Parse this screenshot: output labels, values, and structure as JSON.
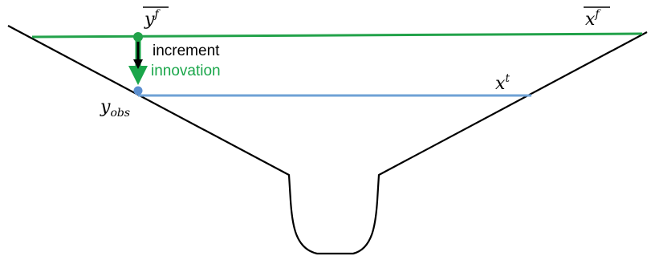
{
  "labels": {
    "y_forecast_mean": {
      "base": "y",
      "sup": "f"
    },
    "x_forecast_mean": {
      "base": "x",
      "sup": "f"
    },
    "x_true": {
      "base": "x",
      "sup": "t"
    },
    "y_obs": {
      "base": "y",
      "sub": "obs"
    },
    "increment": "increment",
    "innovation": "innovation"
  },
  "colors": {
    "outline": "#000000",
    "forecast_line": "#22a24a",
    "truth_line": "#6fa2d6",
    "obs_point": "#5b8fd0",
    "forecast_point": "#22a24a",
    "increment_arrow": "#000000",
    "innovation_arrow": "#1aa64a",
    "innovation_text": "#1aa64a"
  }
}
